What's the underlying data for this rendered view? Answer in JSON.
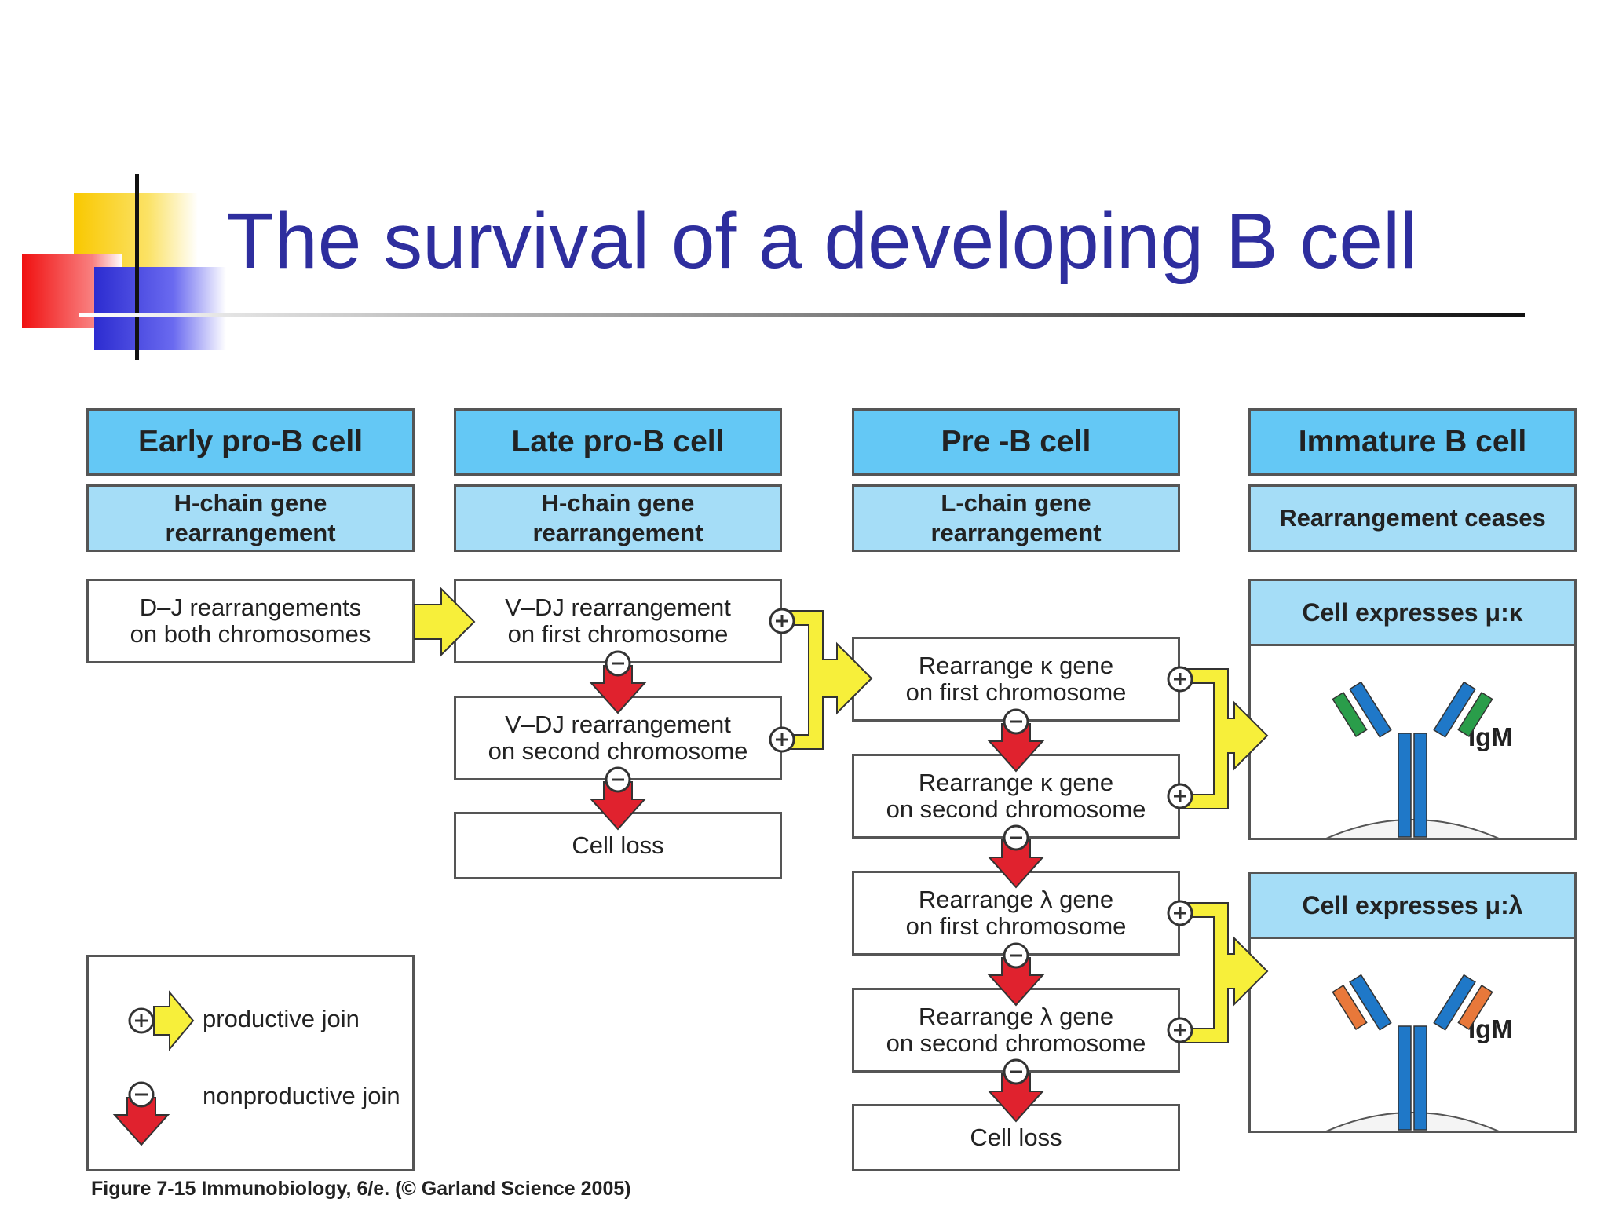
{
  "slide": {
    "title": "The survival of a developing B cell",
    "caption": "Figure 7-15  Immunobiology, 6/e. (© Garland Science 2005)"
  },
  "stages": [
    {
      "name": "Early pro-B cell",
      "process": "H-chain gene rearrangement"
    },
    {
      "name": "Late pro-B cell",
      "process": "H-chain gene rearrangement"
    },
    {
      "name": "Pre -B cell",
      "process": "L-chain gene rearrangement"
    },
    {
      "name": "Immature B cell",
      "process": "Rearrangement ceases"
    }
  ],
  "steps": {
    "early_dj": [
      "D–J rearrangements",
      "on both chromosomes"
    ],
    "vdj_first": [
      "V–DJ rearrangement",
      "on first chromosome"
    ],
    "vdj_second": [
      "V–DJ rearrangement",
      "on second chromosome"
    ],
    "late_cell_loss": "Cell loss",
    "kappa_first": [
      "Rearrange κ gene",
      "on first chromosome"
    ],
    "kappa_second": [
      "Rearrange κ gene",
      "on second chromosome"
    ],
    "lambda_first": [
      "Rearrange λ gene",
      "on first chromosome"
    ],
    "lambda_second": [
      "Rearrange λ gene",
      "on second chromosome"
    ],
    "pre_cell_loss": "Cell loss"
  },
  "outcomes": [
    {
      "label": "Cell expresses μ:κ",
      "antibody": "IgM",
      "light_chain_color": "#2a9d4a"
    },
    {
      "label": "Cell expresses μ:λ",
      "antibody": "IgM",
      "light_chain_color": "#e8783a"
    }
  ],
  "legend": {
    "productive": "productive join",
    "nonproductive": "nonproductive join",
    "productive_symbol": "+",
    "nonproductive_symbol": "−"
  },
  "colors": {
    "title": "#2e2e9e",
    "header_fill": "#64c8f5",
    "subheader_fill": "#a5ddf7",
    "productive_arrow": "#f7ef3a",
    "nonproductive_arrow": "#e0222e",
    "heavy_chain": "#1f78c8"
  }
}
